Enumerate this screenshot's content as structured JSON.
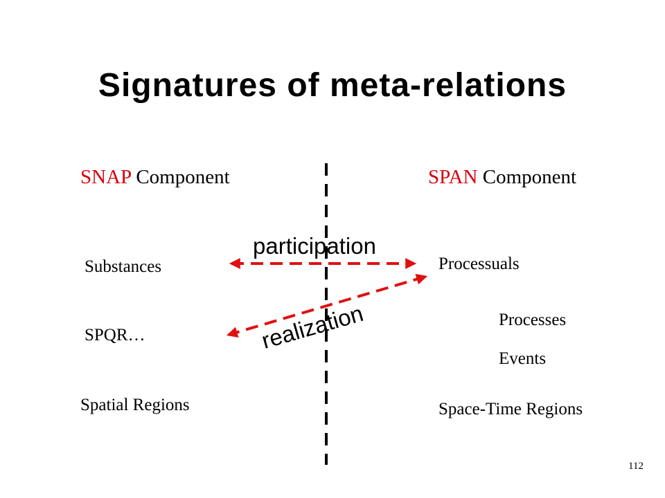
{
  "slide": {
    "title": "Signatures of meta-relations",
    "page_number": "112"
  },
  "snap": {
    "keyword": "SNAP",
    "suffix": " Component",
    "items": [
      "Substances",
      "SPQR…",
      "Spatial Regions"
    ]
  },
  "span": {
    "keyword": "SPAN",
    "suffix": " Component",
    "items": [
      "Processuals",
      "Processes",
      "Events",
      "Space-Time Regions"
    ]
  },
  "relations": {
    "participation": "participation",
    "realization": "realization"
  },
  "colors": {
    "accent_red": "#d6000b",
    "divider": "#000000",
    "text": "#000000"
  }
}
